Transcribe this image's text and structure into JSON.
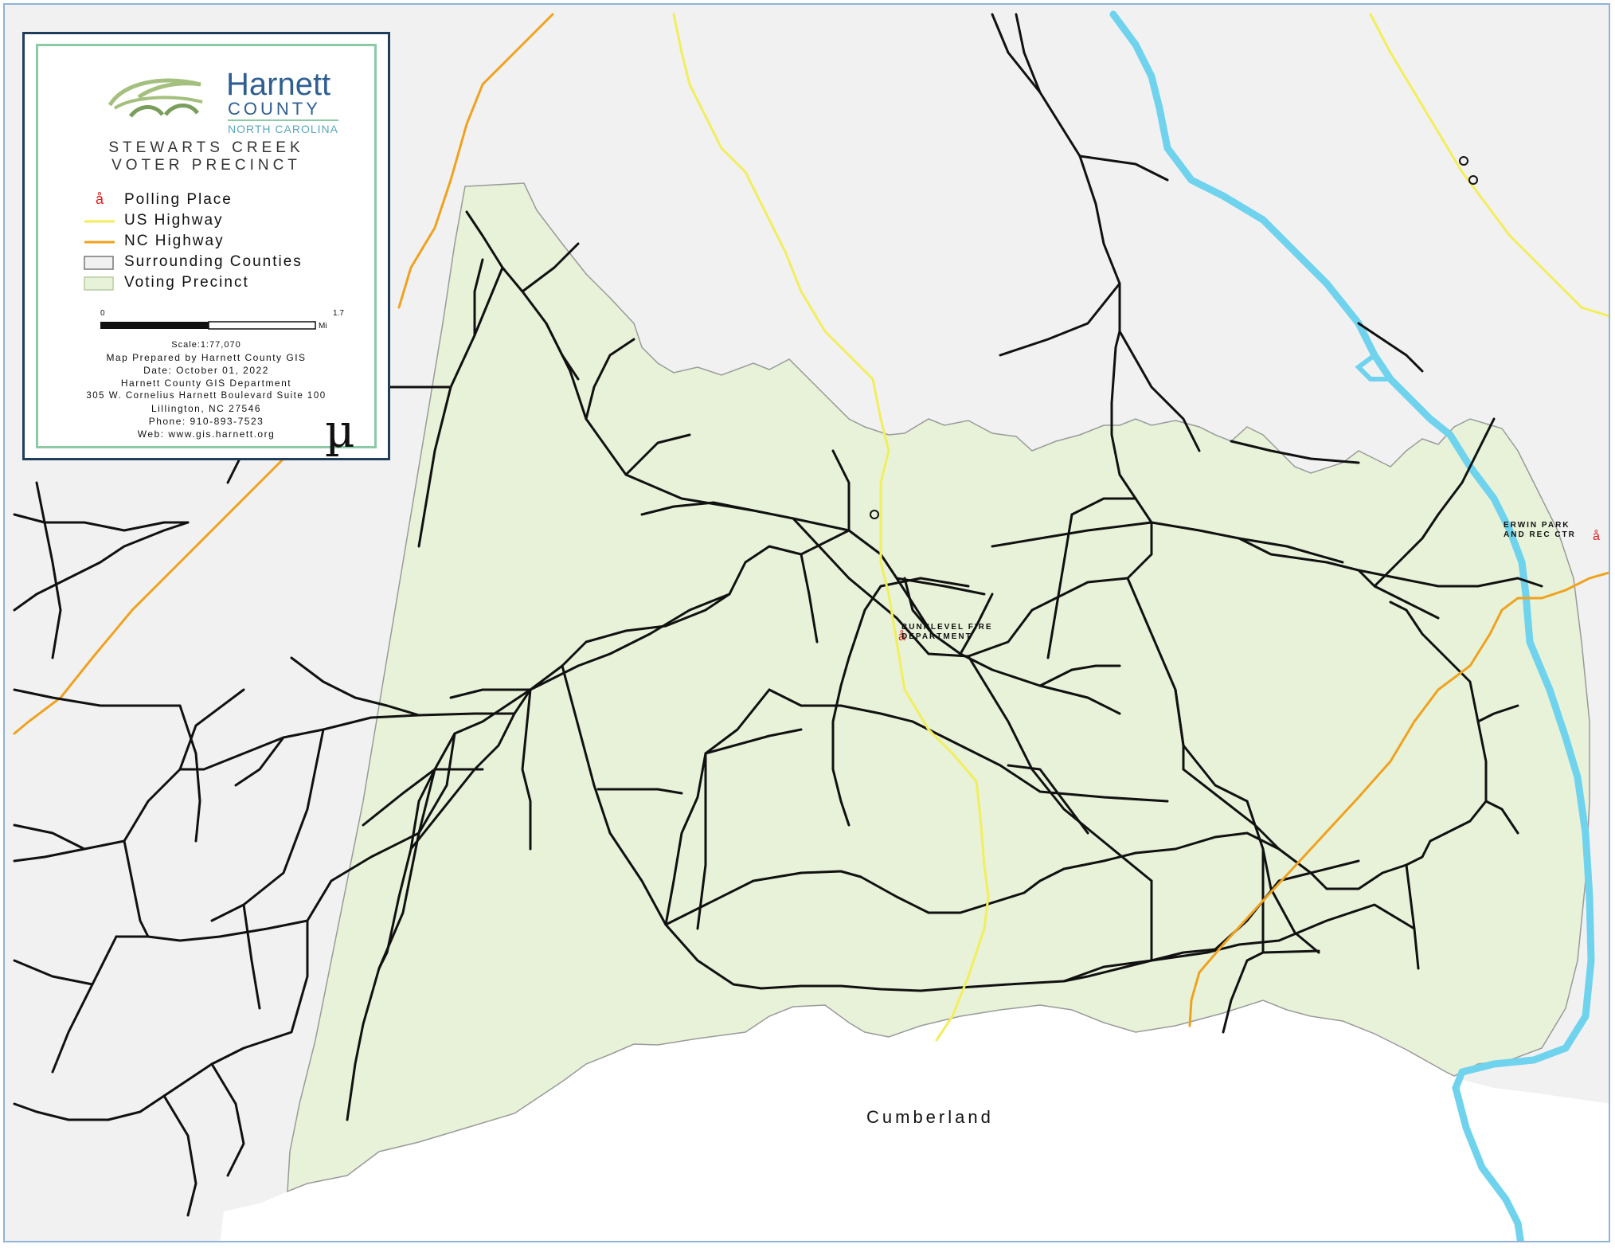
{
  "legend": {
    "logo": {
      "name": "Harnett",
      "county": "COUNTY",
      "state": "NORTH CAROLINA"
    },
    "title_line1": "STEWARTS CREEK",
    "title_line2": "VOTER PRECINCT",
    "items": [
      {
        "label": "Polling Place",
        "symbol": "polling-place-icon",
        "glyph": "å"
      },
      {
        "label": "US Highway",
        "symbol": "line",
        "color": "#f2ee5c"
      },
      {
        "label": "NC Highway",
        "symbol": "line",
        "color": "#f0a21e"
      },
      {
        "label": "Surrounding Counties",
        "symbol": "box",
        "color": "#f1f1f2"
      },
      {
        "label": "Voting Precinct",
        "symbol": "box",
        "color": "#e7f2d9"
      }
    ],
    "scale": {
      "min": "0",
      "max": "1.7",
      "unit": "Mi",
      "ratio": "Scale:1:77,070"
    },
    "info": [
      "Map Prepared by Harnett County GIS",
      "Date: October 01, 2022",
      "Harnett County GIS Department",
      "305 W. Cornelius Harnett Boulevard Suite 100",
      "Lillington, NC 27546",
      "Phone: 910-893-7523",
      "Web: www.gis.harnett.org"
    ],
    "north_symbol": "µ"
  },
  "labels": {
    "fire_dept_line1": "BUNNLEVEL FIRE",
    "fire_dept_line2": "DEPARTMENT",
    "erwin_line1": "ERWIN PARK",
    "erwin_line2": "AND REC CTR",
    "cumberland": "Cumberland",
    "polling_glyph": "å"
  },
  "colors": {
    "precinct": "#e7f2d9",
    "surrounding": "#f1f1f2",
    "outside": "#ffffff",
    "river": "#6fd3ee",
    "road": "#111111",
    "us_highway": "#f2ee5c",
    "nc_highway": "#f0a21e",
    "polling": "#e01c1c",
    "frame": "#8fb3d9"
  }
}
